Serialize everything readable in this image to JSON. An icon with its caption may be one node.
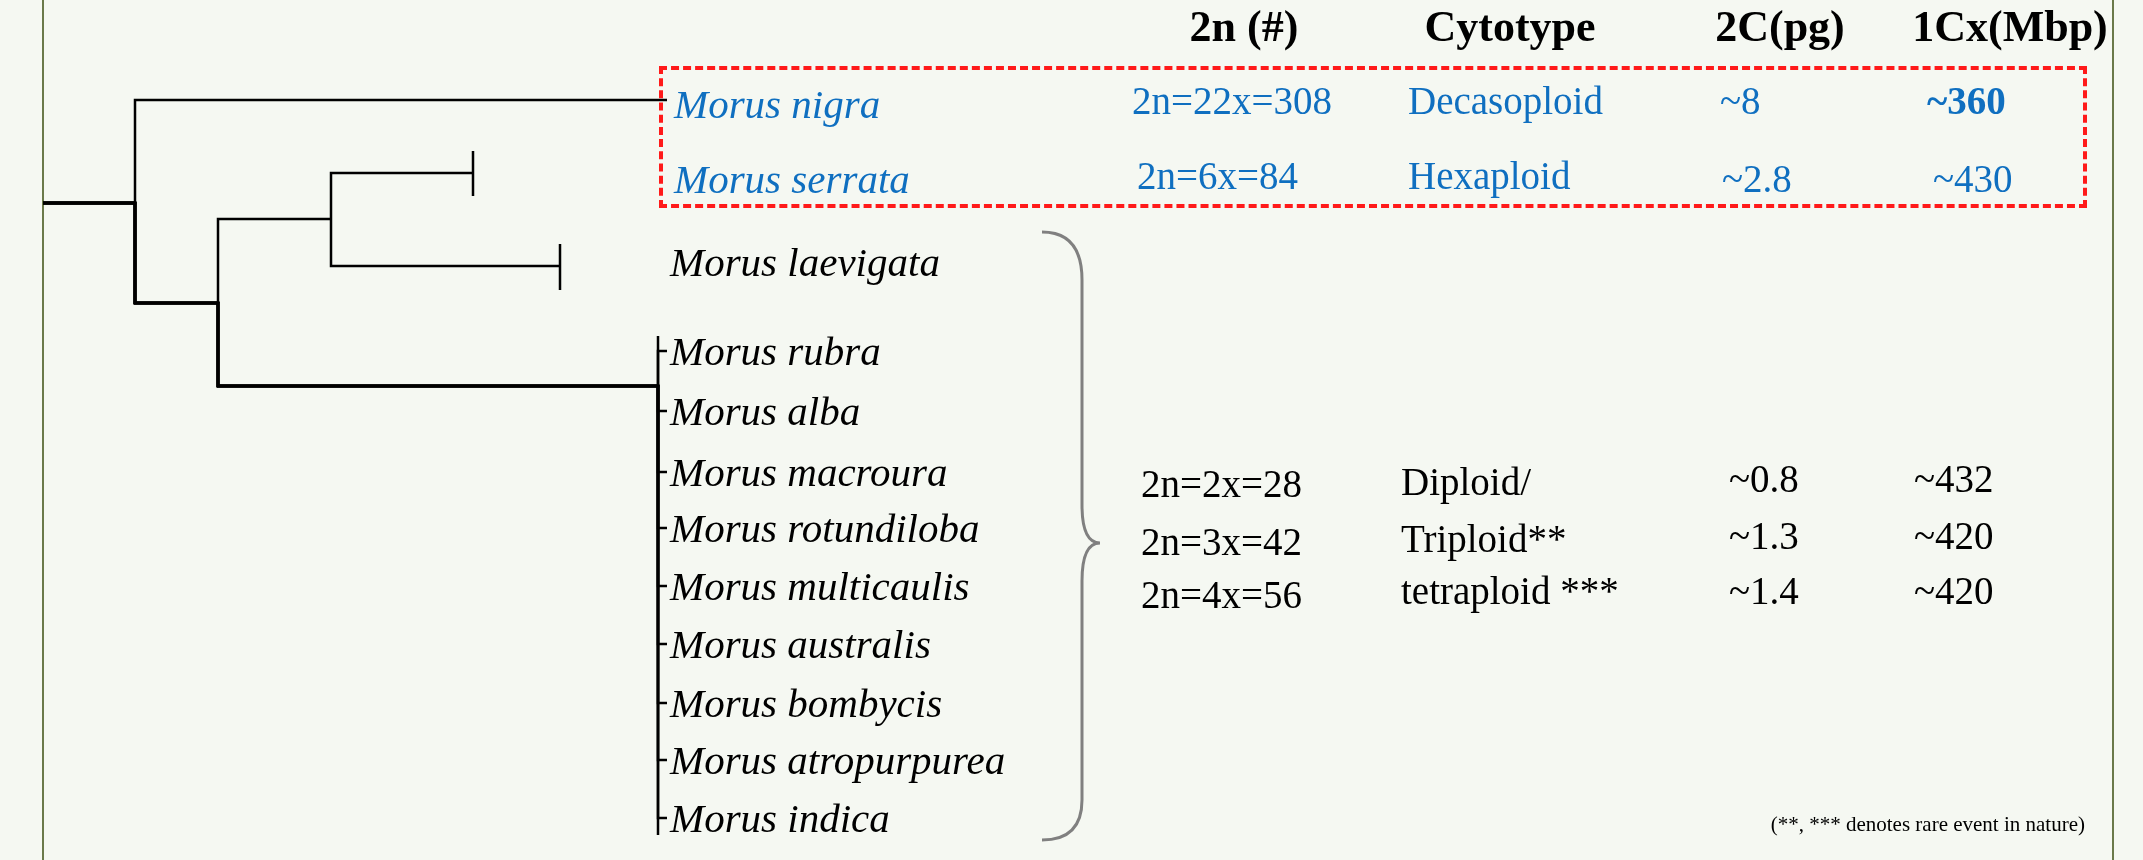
{
  "diagram": {
    "nodes": [
      {
        "text": [],
        "shape": "box"
      },
      {
        "text": [
          "Morus nigra"
        ],
        "in": 0
      },
      {
        "text": [
          "Morus serrata"
        ],
        "in": 0
      },
      {
        "text": [
          "Morus laevigata"
        ]
      },
      {
        "text": [
          "Morus rubra"
        ]
      },
      {
        "text": [
          "Morus alba"
        ]
      },
      {
        "text": [
          "Morus macroura"
        ]
      },
      {
        "text": [
          "Morus rotundiloba"
        ]
      },
      {
        "text": [
          "Morus multicaulis"
        ]
      },
      {
        "text": [
          "Morus australis"
        ]
      },
      {
        "text": [
          "Morus bombycis"
        ]
      },
      {
        "text": [
          "Morus atropurpurea"
        ]
      },
      {
        "text": [
          "Morus indica"
        ]
      }
    ],
    "edges": [
      {
        "from": null,
        "to": 1,
        "arrow": "none"
      },
      {
        "from": null,
        "to": 4,
        "arrow": "none"
      },
      {
        "from": null,
        "to": 5,
        "arrow": "none"
      },
      {
        "from": null,
        "to": 6,
        "arrow": "none"
      },
      {
        "from": null,
        "to": 7,
        "arrow": "none"
      },
      {
        "from": null,
        "to": 8,
        "arrow": "none"
      },
      {
        "from": null,
        "to": 9,
        "arrow": "none"
      },
      {
        "from": null,
        "to": 10,
        "arrow": "none"
      },
      {
        "from": null,
        "to": 11,
        "arrow": "none"
      },
      {
        "from": null,
        "to": 12,
        "arrow": "none"
      }
    ],
    "labels": [
      "2n (#)",
      "Cytotype",
      "2C(pg)",
      "1Cx(Mbp)",
      "2n=22x=308",
      "Decasoploid",
      "~8",
      "~360",
      "2n=6x=84",
      "Hexaploid",
      "~2.8",
      "~430",
      "2n=2x=28",
      "Diploid/",
      "~0.8",
      "~432",
      "2n=3x=42",
      "Triploid**",
      "~1.3",
      "~420",
      "2n=4x=56",
      "tetraploid ***",
      "~1.4",
      "~420",
      "(**, *** denotes rare event in nature)"
    ]
  }
}
